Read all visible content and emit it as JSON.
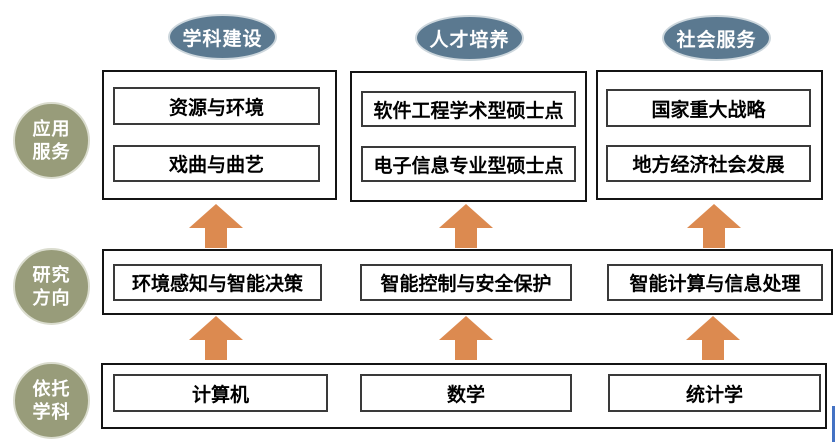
{
  "title_ovals": [
    {
      "label": "学科建设"
    },
    {
      "label": "人才培养"
    },
    {
      "label": "社会服务"
    }
  ],
  "row_labels": [
    {
      "lines": [
        "应用",
        "服务"
      ]
    },
    {
      "lines": [
        "研究",
        "方向"
      ]
    },
    {
      "lines": [
        "依托",
        "学科"
      ]
    }
  ],
  "top_groups": [
    {
      "items": [
        "资源与环境",
        "戏曲与曲艺"
      ]
    },
    {
      "items": [
        "软件工程学术型硕士点",
        "电子信息专业型硕士点"
      ]
    },
    {
      "items": [
        "国家重大战略",
        "地方经济社会发展"
      ]
    }
  ],
  "research_row": [
    "环境感知与智能决策",
    "智能控制与安全保护",
    "智能计算与信息处理"
  ],
  "discipline_row": [
    "计算机",
    "数学",
    "统计学"
  ],
  "colors": {
    "oval_fill": "#5b7990",
    "circle_fill": "#989c7a",
    "arrow_orange": "#dc8a50",
    "caret_blue": "#4472c4",
    "box_border": "#141414",
    "inner_border": "#3a3a3a"
  }
}
